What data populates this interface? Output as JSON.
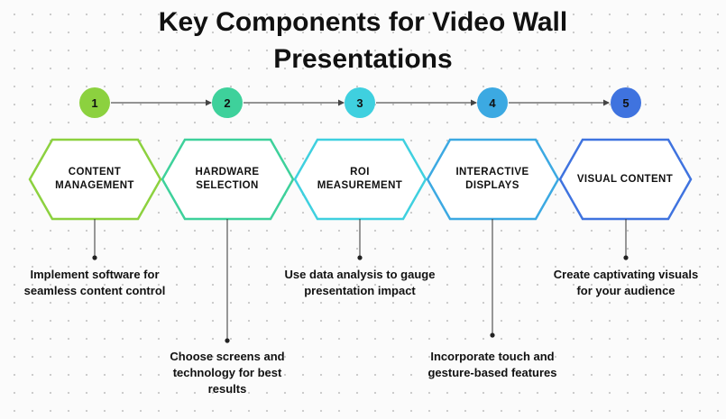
{
  "title": {
    "line1": "Key Components for Video Wall",
    "line2": "Presentations"
  },
  "colors": [
    "#8cd13f",
    "#3ed19b",
    "#3fd0df",
    "#3ca9e2",
    "#3f73df"
  ],
  "steps": [
    {
      "number": "1",
      "label_line1": "CONTENT",
      "label_line2": "MANAGEMENT",
      "desc_line1": "Implement software for",
      "desc_line2": "seamless content control",
      "desc_line3": ""
    },
    {
      "number": "2",
      "label_line1": "HARDWARE",
      "label_line2": "SELECTION",
      "desc_line1": "Choose screens and",
      "desc_line2": "technology for best",
      "desc_line3": "results"
    },
    {
      "number": "3",
      "label_line1": "ROI",
      "label_line2": "MEASUREMENT",
      "desc_line1": "Use data analysis to gauge",
      "desc_line2": "presentation impact",
      "desc_line3": ""
    },
    {
      "number": "4",
      "label_line1": "INTERACTIVE",
      "label_line2": "DISPLAYS",
      "desc_line1": "Incorporate touch and",
      "desc_line2": "gesture-based features",
      "desc_line3": ""
    },
    {
      "number": "5",
      "label_line1": "VISUAL CONTENT",
      "label_line2": "",
      "desc_line1": "Create captivating visuals",
      "desc_line2": "for your audience",
      "desc_line3": ""
    }
  ]
}
